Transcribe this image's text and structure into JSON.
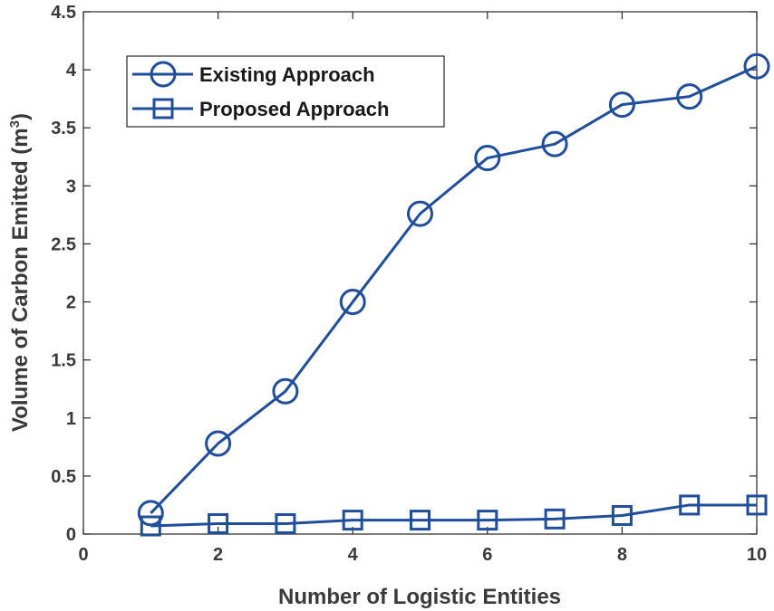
{
  "chart_data": {
    "type": "line",
    "xlabel": "Number of Logistic Entities",
    "ylabel": "Volume of Carbon Emitted (m",
    "ylabel_superscript": "3",
    "ylabel_suffix": ")",
    "xlim": [
      0,
      10
    ],
    "ylim": [
      0,
      4.5
    ],
    "xticks": [
      0,
      2,
      4,
      6,
      8,
      10
    ],
    "yticks": [
      0,
      0.5,
      1,
      1.5,
      2,
      2.5,
      3,
      3.5,
      4,
      4.5
    ],
    "xtick_labels": [
      "0",
      "2",
      "4",
      "6",
      "8",
      "10"
    ],
    "ytick_labels": [
      "0",
      "0.5",
      "1",
      "1.5",
      "2",
      "2.5",
      "3",
      "3.5",
      "4",
      "4.5"
    ],
    "grid": false,
    "legend_position": "top-left",
    "x": [
      1,
      2,
      3,
      4,
      5,
      6,
      7,
      8,
      9,
      10
    ],
    "series": [
      {
        "name": "Existing Approach",
        "marker": "circle",
        "color": "#1f4e9c",
        "values": [
          0.18,
          0.78,
          1.23,
          2.0,
          2.76,
          3.24,
          3.36,
          3.7,
          3.77,
          4.03
        ]
      },
      {
        "name": "Proposed Approach",
        "marker": "square",
        "color": "#1f4e9c",
        "values": [
          0.07,
          0.09,
          0.09,
          0.12,
          0.12,
          0.12,
          0.13,
          0.16,
          0.25,
          0.25
        ]
      }
    ]
  }
}
